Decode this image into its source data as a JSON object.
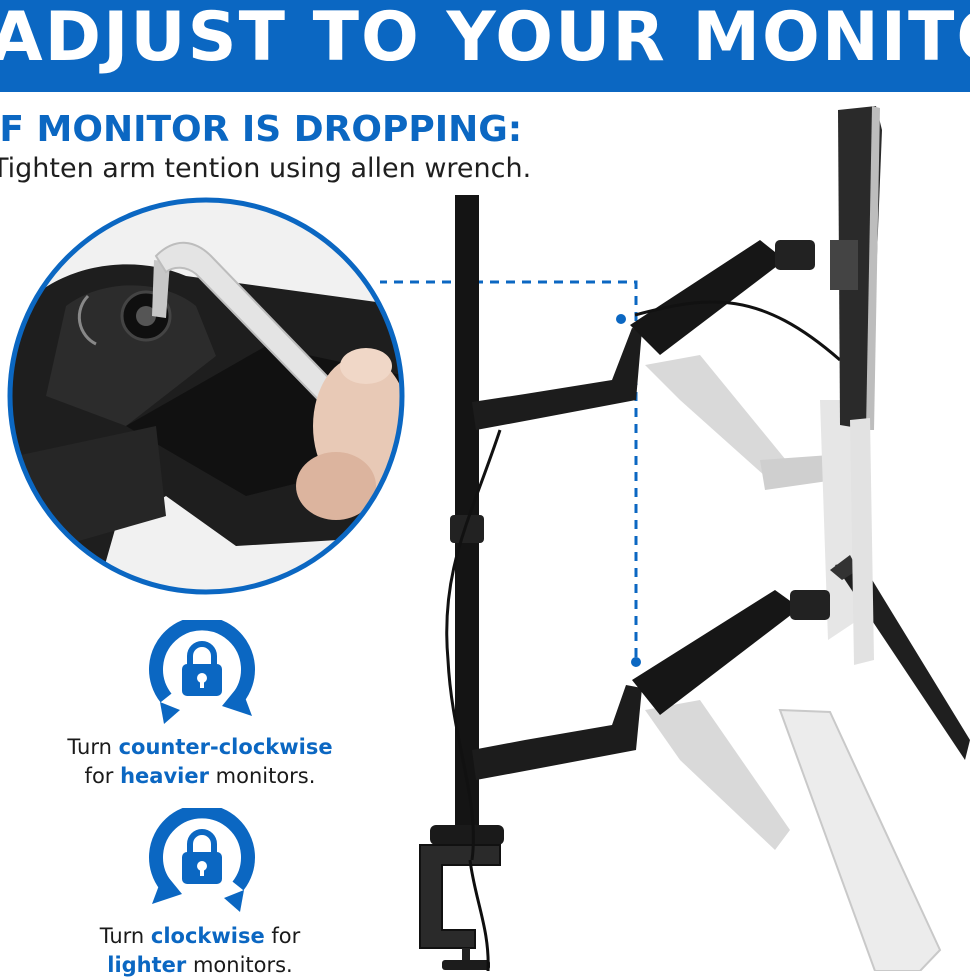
{
  "banner": {
    "title": "ADJUST TO YOUR MONITOR"
  },
  "heading": "IF MONITOR IS DROPPING:",
  "subheading": "Tighten arm tention using allen wrench.",
  "instructions": [
    {
      "pre": "Turn ",
      "em": "counter-clockwise",
      "mid": "for ",
      "em2": "heavier",
      "post": " monitors."
    },
    {
      "pre": "Turn ",
      "em": "clockwise",
      "mid": " for",
      "em2": "lighter",
      "post": " monitors."
    }
  ],
  "colors": {
    "accent": "#0b67c2",
    "text": "#1a1a1a",
    "background": "#ffffff"
  },
  "icons": [
    "lock-rotate-counter-clockwise-icon",
    "lock-rotate-clockwise-icon"
  ]
}
